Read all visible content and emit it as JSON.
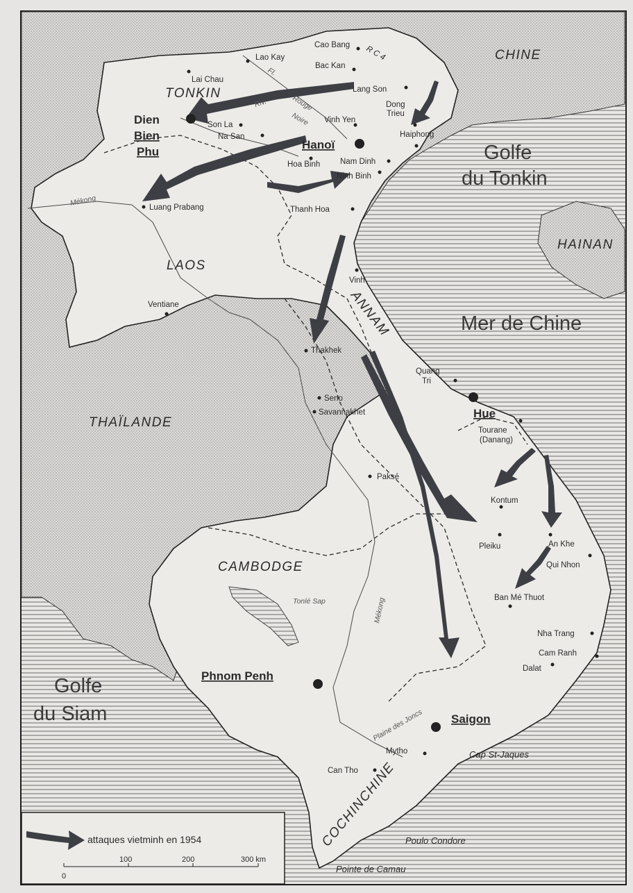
{
  "colors": {
    "land": "#e9e8e5",
    "sea_hatch": "#6b6b6b",
    "dots": "#8c8c8c",
    "arrow": "#3d3f45",
    "text": "#2b2b2b",
    "border": "#1e1e1e"
  },
  "regions": {
    "chine": "CHINE",
    "tonkin": "TONKIN",
    "laos": "LAOS",
    "thailande": "THAÏLANDE",
    "annam": "ANNAM",
    "cambodge": "CAMBODGE",
    "cochinchine": "COCHINCHINE",
    "hainan": "HAINAN"
  },
  "seas": {
    "golfe_tonkin_1": "Golfe",
    "golfe_tonkin_2": "du Tonkin",
    "mer_chine": "Mer de Chine",
    "golfe_siam_1": "Golfe",
    "golfe_siam_2": "du Siam"
  },
  "capitals": {
    "dien": "Dien",
    "bien": "Bien",
    "phu": "Phu",
    "hanoi": "Hanoï",
    "hue": "Hue",
    "phnom_penh": "Phnom Penh",
    "saigon": "Saigon"
  },
  "places": {
    "lao_kay": "Lao Kay",
    "cao_bang": "Cao Bang",
    "rc4": "R C 4",
    "bac_kan": "Bac Kan",
    "lai_chau": "Lai Chau",
    "lang_son": "Lang Son",
    "dong_trieu_1": "Dong",
    "dong_trieu_2": "Trieu",
    "son_la": "Son La",
    "na_san": "Na San",
    "vinh_yen": "Vinh Yen",
    "haiphong": "Haiphong",
    "hoa_binh": "Hoa Binh",
    "nam_dinh": "Nam Dinh",
    "ninh_binh": "Ninh Binh",
    "luang_prabang": "Luang Prabang",
    "thanh_hoa": "Thanh Hoa",
    "vinh": "Vinh",
    "ventiane": "Ventiane",
    "thakhek": "Thakhek",
    "quang_tri_1": "Quang",
    "quang_tri_2": "Tri",
    "seno": "Seno",
    "savannakhet": "Savannakhet",
    "tourane": "Tourane",
    "danang": "(Danang)",
    "pakse": "Paksé",
    "kontum": "Kontum",
    "pleiku": "Pleiku",
    "an_khe": "An Khe",
    "qui_nhon": "Qui Nhon",
    "ban_me_thuot": "Ban Mé Thuot",
    "nha_trang": "Nha Trang",
    "cam_ranh": "Cam Ranh",
    "dalat": "Dalat",
    "mytho": "Mytho",
    "cap_st_jaques": "Cap St-Jaques",
    "can_tho": "Can Tho",
    "poulo_condore": "Poulo Condore",
    "pointe_camau": "Pointe de Camau"
  },
  "rivers": {
    "fl_rouge_1": "Fl.",
    "fl_rouge_2": "Rouge",
    "riv_noire_1": "Riv.",
    "riv_noire_2": "Noire",
    "mekong_north": "Mékong",
    "mekong_south": "Mékong",
    "tonle_sap": "Tonlé Sap",
    "plaine_des_joncs": "Plaine des Joncs"
  },
  "legend": {
    "text": "attaques vietminh en 1954",
    "scale_labels": [
      "0",
      "100",
      "200",
      "300 km"
    ]
  },
  "icons": {
    "legend_arrow": "attack-arrow-icon"
  }
}
